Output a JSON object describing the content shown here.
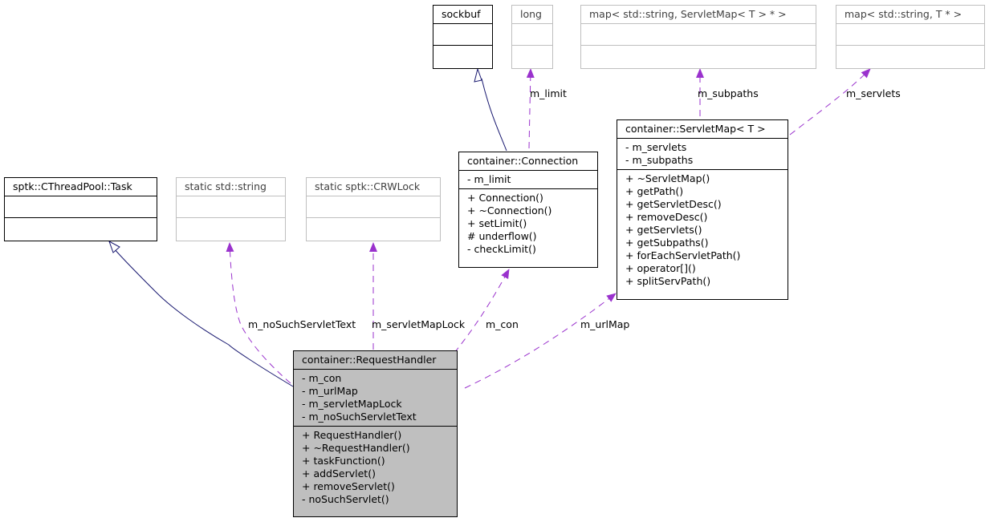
{
  "classes": {
    "request_handler": {
      "name": "container::RequestHandler",
      "attributes": [
        "- m_con",
        "- m_urlMap",
        "- m_servletMapLock",
        "- m_noSuchServletText"
      ],
      "methods": [
        "+ RequestHandler()",
        "+ ~RequestHandler()",
        "+ taskFunction()",
        "+ addServlet()",
        "+ removeServlet()",
        "- noSuchServlet()"
      ]
    },
    "task": {
      "name": "sptk::CThreadPool::Task"
    },
    "std_string": {
      "name": "static std::string"
    },
    "crwlock": {
      "name": "static sptk::CRWLock"
    },
    "connection": {
      "name": "container::Connection",
      "attributes": [
        "- m_limit"
      ],
      "methods": [
        "+ Connection()",
        "+ ~Connection()",
        "+ setLimit()",
        "# underflow()",
        "- checkLimit()"
      ]
    },
    "sockbuf": {
      "name": "sockbuf"
    },
    "long": {
      "name": "long"
    },
    "servlet_map": {
      "name": "container::ServletMap< T >",
      "attributes": [
        "- m_servlets",
        "- m_subpaths"
      ],
      "methods": [
        "+ ~ServletMap()",
        "+ getPath()",
        "+ getServletDesc()",
        "+ removeDesc()",
        "+ getServlets()",
        "+ getSubpaths()",
        "+ forEachServletPath()",
        "+ operator[]()",
        "+ splitServPath()"
      ]
    },
    "map_servletmap": {
      "name": "map< std::string, ServletMap< T > * >"
    },
    "map_t": {
      "name": "map< std::string, T * >"
    }
  },
  "edge_labels": {
    "no_such_servlet_text": "m_noSuchServletText",
    "servlet_map_lock": "m_servletMapLock",
    "con": "m_con",
    "url_map": "m_urlMap",
    "limit": "m_limit",
    "subpaths": "m_subpaths",
    "servlets": "m_servlets"
  },
  "colors": {
    "inheritance": "#191970",
    "usage": "#9a32cd",
    "focus_fill": "#bfbfbf",
    "external_border": "#bfbfbf"
  }
}
